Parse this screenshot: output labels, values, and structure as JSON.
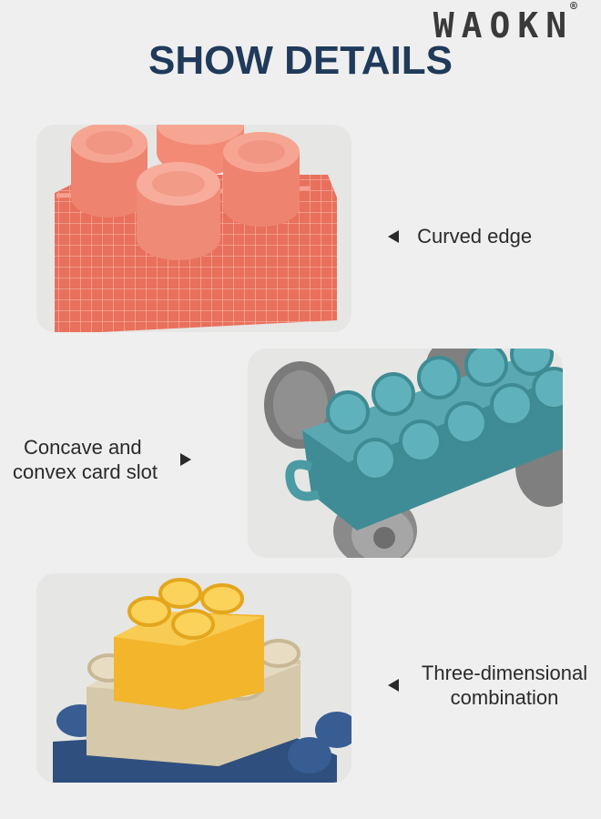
{
  "brand": {
    "name": "WAOKN",
    "mark": "®"
  },
  "title": "SHOW DETAILS",
  "features": [
    {
      "label": "Curved edge",
      "arrow": "left"
    },
    {
      "line1": "Concave and",
      "line2": "convex card slot",
      "arrow": "right"
    },
    {
      "line1": "Three-dimensional",
      "line2": "combination",
      "arrow": "left"
    }
  ],
  "colors": {
    "title": "#1f3a5a",
    "orange_brick": "#ea7a66",
    "teal_brick": "#4f9fa8",
    "yellow_brick": "#f4bd32",
    "beige_brick": "#d9ccb0",
    "navy_brick": "#2f4f7e"
  }
}
